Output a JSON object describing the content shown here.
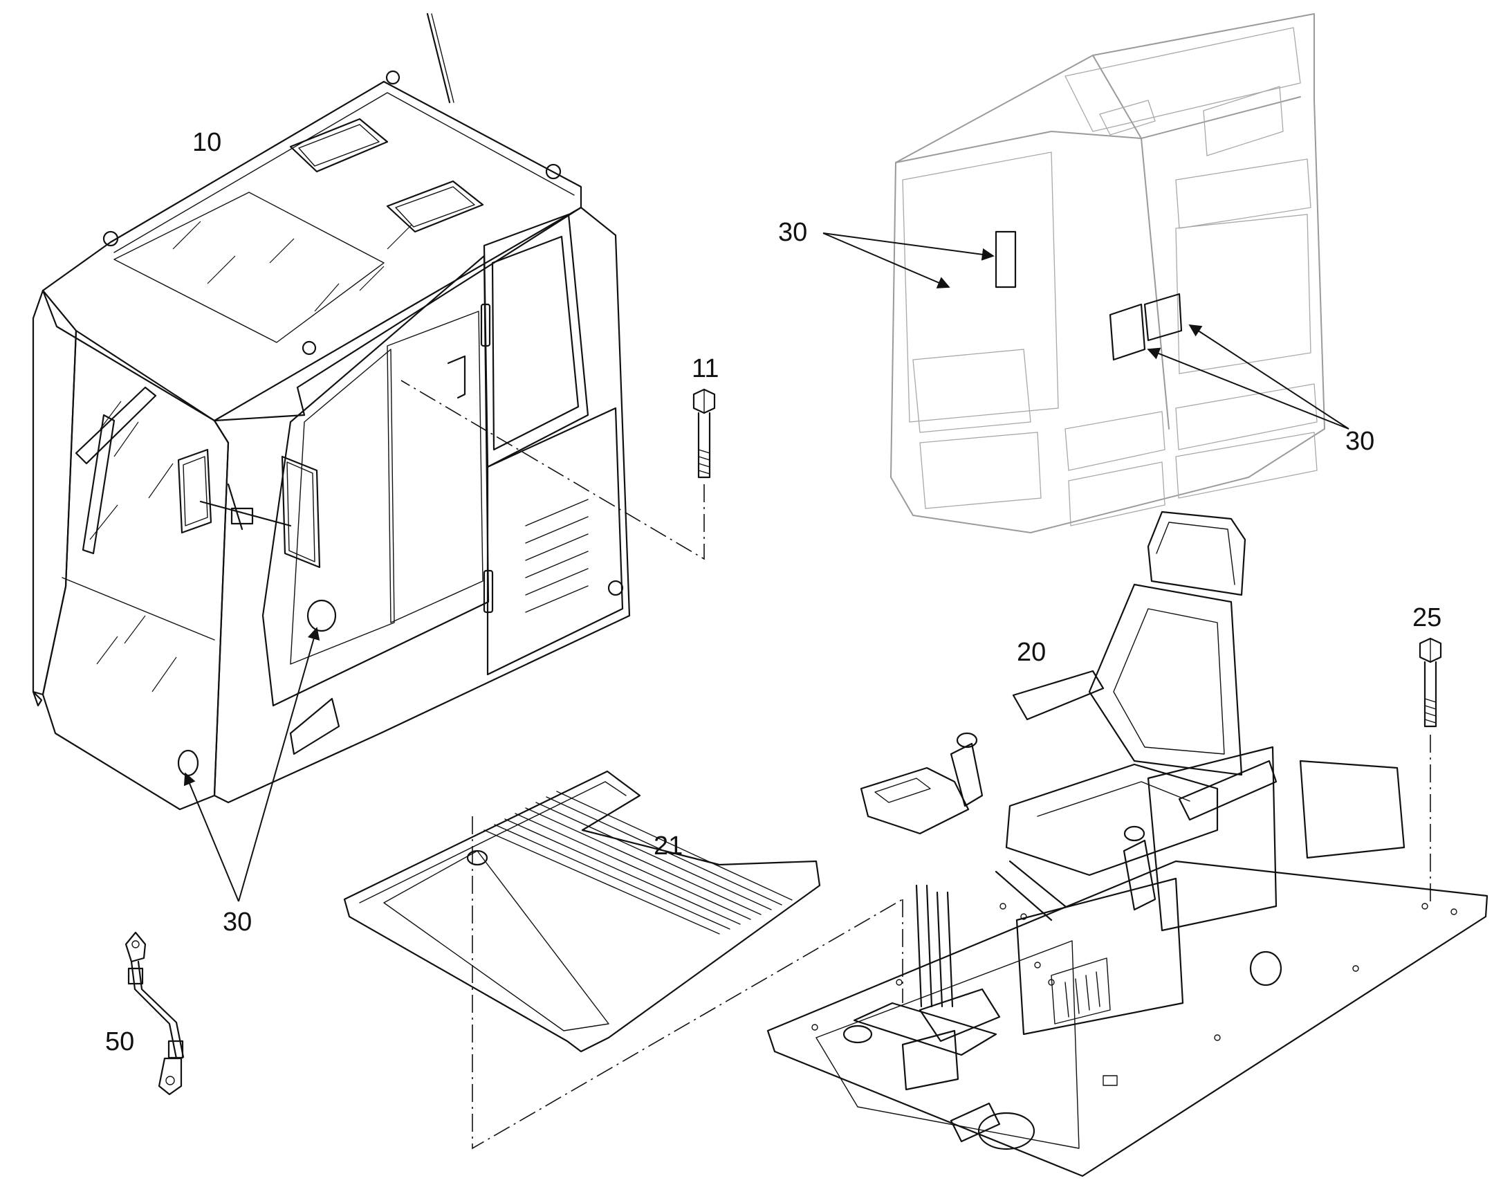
{
  "callouts": {
    "cab": "10",
    "cab_bolt": "11",
    "seat": "20",
    "floor_mat": "21",
    "seat_bolt": "25",
    "decal_cab_lower": "30",
    "decal_interior_left": "30",
    "decal_interior_right": "30",
    "ground_strap": "50"
  },
  "colors": {
    "line": "#111111",
    "ghost_line": "#9a9a9a",
    "background": "#ffffff"
  }
}
